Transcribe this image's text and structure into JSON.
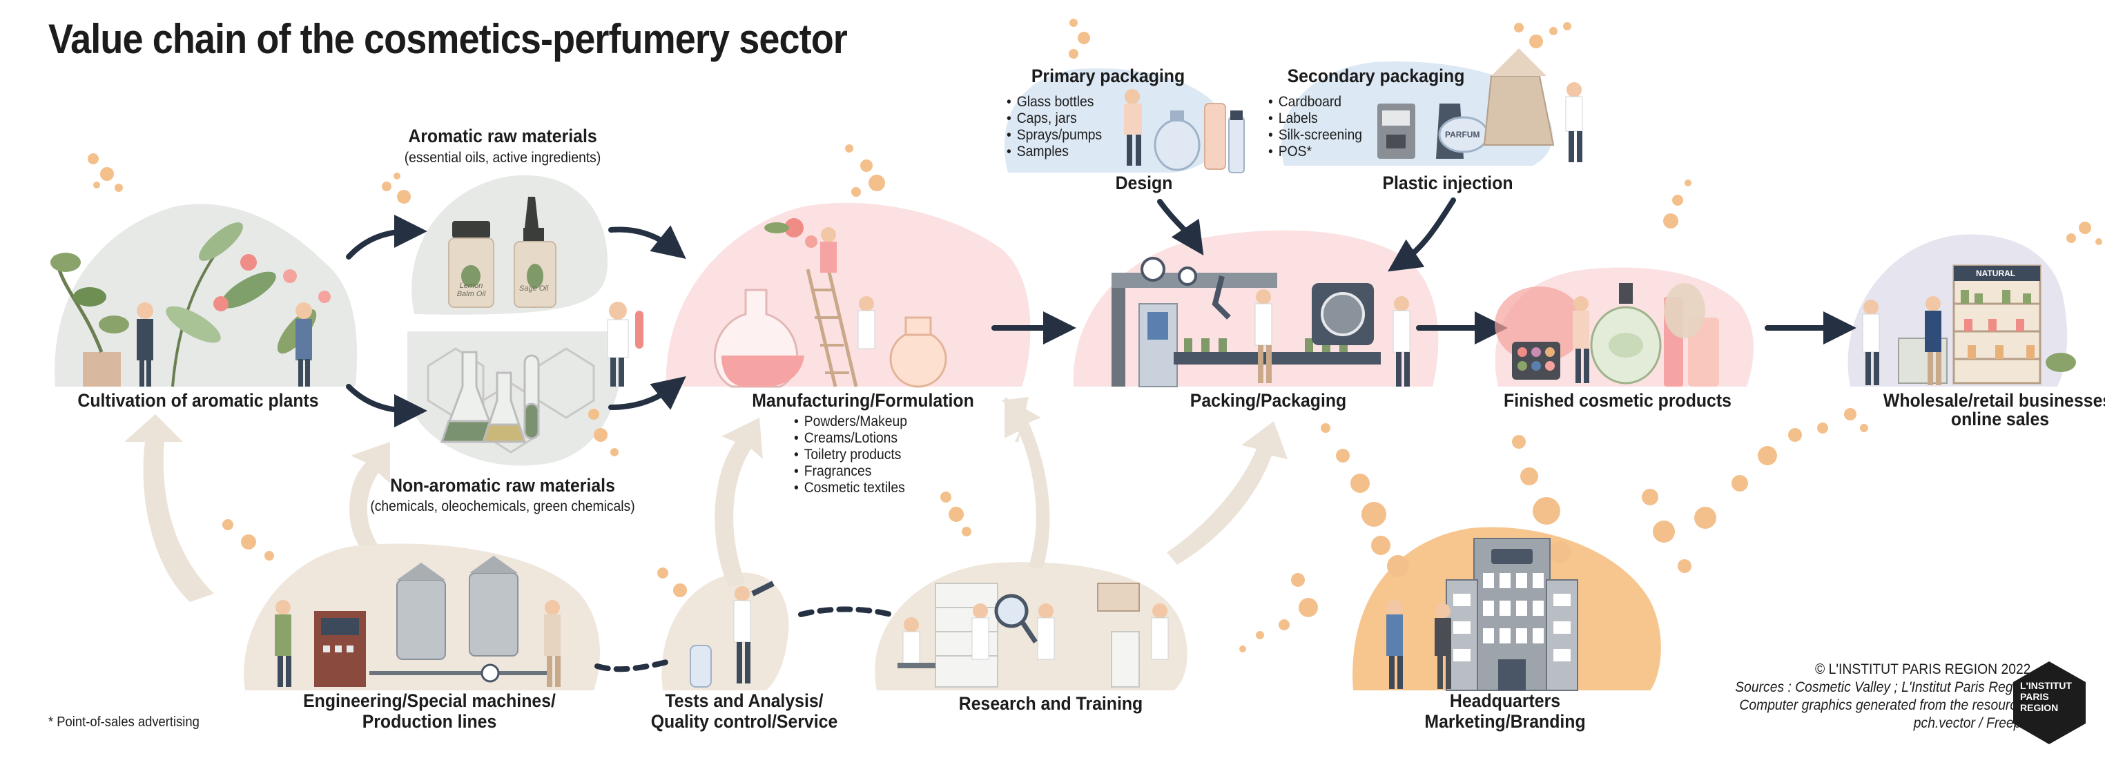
{
  "title": "Value chain of the cosmetics-perfumery sector",
  "nodes": {
    "cultivation": "Cultivation of aromatic plants",
    "aromatic_title": "Aromatic raw materials",
    "aromatic_sub": "(essential oils, active ingredients)",
    "nonaromatic_title": "Non-aromatic raw materials",
    "nonaromatic_sub": "(chemicals, oleochemicals, green chemicals)",
    "manufacturing": "Manufacturing/Formulation",
    "manufacturing_items": [
      "Powders/Makeup",
      "Creams/Lotions",
      "Toiletry products",
      "Fragrances",
      "Cosmetic textiles"
    ],
    "primary_packaging": "Primary packaging",
    "primary_items": [
      "Glass bottles",
      "Caps, jars",
      "Sprays/pumps",
      "Samples"
    ],
    "design": "Design",
    "secondary_packaging": "Secondary packaging",
    "secondary_items": [
      "Cardboard",
      "Labels",
      "Silk-screening",
      "POS*"
    ],
    "plastic_injection": "Plastic injection",
    "packing": "Packing/Packaging",
    "finished": "Finished cosmetic products",
    "retail_line1": "Wholesale/retail businesses,",
    "retail_line2": "online sales",
    "engineering_line1": "Engineering/Special machines/",
    "engineering_line2": "Production lines",
    "tests_line1": "Tests and Analysis/",
    "tests_line2": "Quality control/Service",
    "research": "Research and Training",
    "hq_line1": "Headquarters",
    "hq_line2": "Marketing/Branding"
  },
  "product_labels": {
    "lemon": "Lemon Balm Oil",
    "sage": "Sage Oil",
    "parfum": "PARFUM",
    "natural": "NATURAL"
  },
  "footnote": "* Point-of-sales advertising",
  "credits": {
    "copyright": "© L'INSTITUT PARIS REGION 2022",
    "sources": "Sources : Cosmetic Valley ; L'Institut Paris Region",
    "graphics1": "Computer graphics generated from the resources",
    "graphics2": "pch.vector / Freepik"
  },
  "logo": {
    "line1": "L'INSTITUT",
    "line2": "PARIS",
    "line3": "REGION"
  },
  "colors": {
    "arrow_dark": "#253142",
    "arrow_light": "#ebe3d8",
    "dots": "#f3c08c",
    "blob_grey": "#e7e9e7",
    "blob_pink": "#fbe1e2",
    "blob_beige": "#efe6dc",
    "blob_orange": "#f7c68f",
    "blob_blue": "#dce8f3",
    "blob_lilac": "#e6e4ef"
  }
}
